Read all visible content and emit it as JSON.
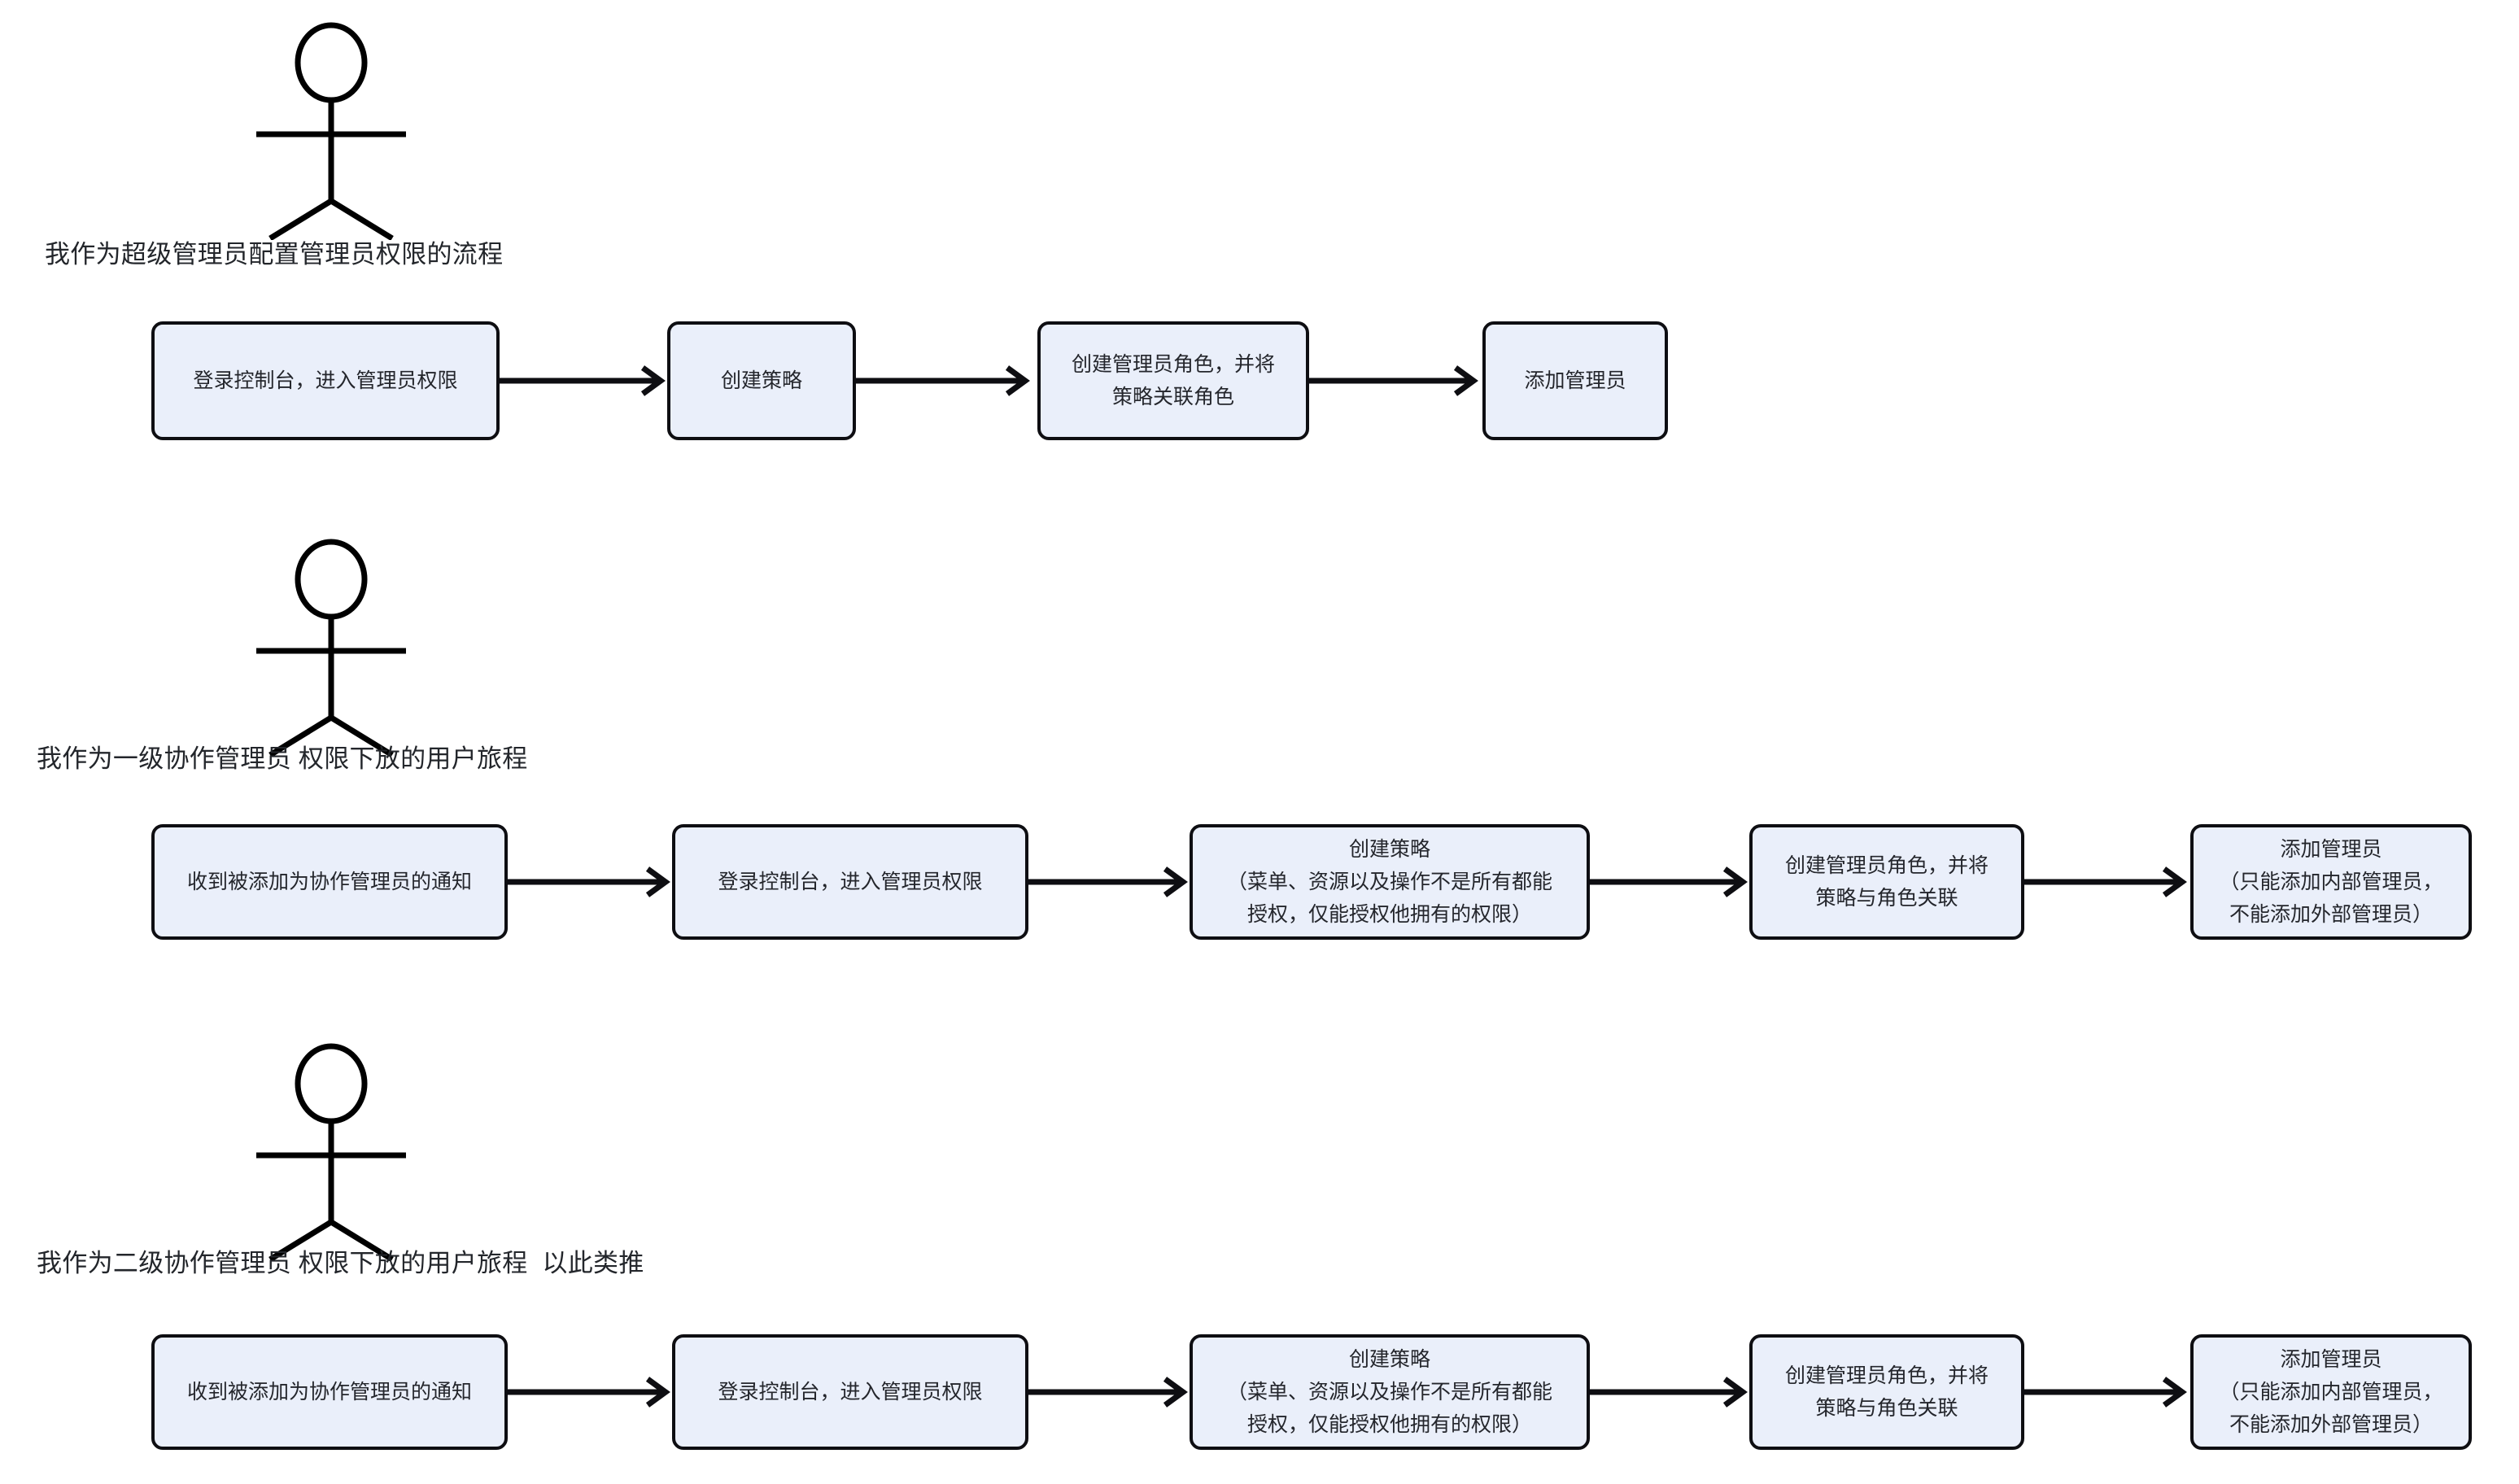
{
  "diagram": {
    "title_rows": [
      "我作为超级管理员配置管理员权限的流程",
      "我作为一级协作管理员 权限下放的用户旅程",
      "我作为二级协作管理员 权限下放的用户旅程  以此类推"
    ],
    "actor_icon": "stick-figure-actor-icon",
    "colors": {
      "node_fill": "#eaeffa",
      "node_stroke": "#0e0e12",
      "text": "#24262c",
      "arrow": "#0e0e12",
      "background": "#ffffff"
    },
    "rows": [
      {
        "caption": "我作为超级管理员配置管理员权限的流程",
        "nodes": [
          {
            "label": "登录控制台，进入管理员权限"
          },
          {
            "label": "创建策略"
          },
          {
            "label": "创建管理员角色，并将\n策略关联角色"
          },
          {
            "label": "添加管理员"
          }
        ]
      },
      {
        "caption": "我作为一级协作管理员 权限下放的用户旅程",
        "nodes": [
          {
            "label": "收到被添加为协作管理员的通知"
          },
          {
            "label": "登录控制台，进入管理员权限"
          },
          {
            "label": "创建策略\n（菜单、资源以及操作不是所有都能\n授权，仅能授权他拥有的权限）"
          },
          {
            "label": "创建管理员角色，并将\n策略与角色关联"
          },
          {
            "label": "添加管理员\n（只能添加内部管理员，\n不能添加外部管理员）"
          }
        ]
      },
      {
        "caption": "我作为二级协作管理员 权限下放的用户旅程  以此类推",
        "nodes": [
          {
            "label": "收到被添加为协作管理员的通知"
          },
          {
            "label": "登录控制台，进入管理员权限"
          },
          {
            "label": "创建策略\n（菜单、资源以及操作不是所有都能\n授权，仅能授权他拥有的权限）"
          },
          {
            "label": "创建管理员角色，并将\n策略与角色关联"
          },
          {
            "label": "添加管理员\n（只能添加内部管理员，\n不能添加外部管理员）"
          }
        ]
      }
    ]
  }
}
